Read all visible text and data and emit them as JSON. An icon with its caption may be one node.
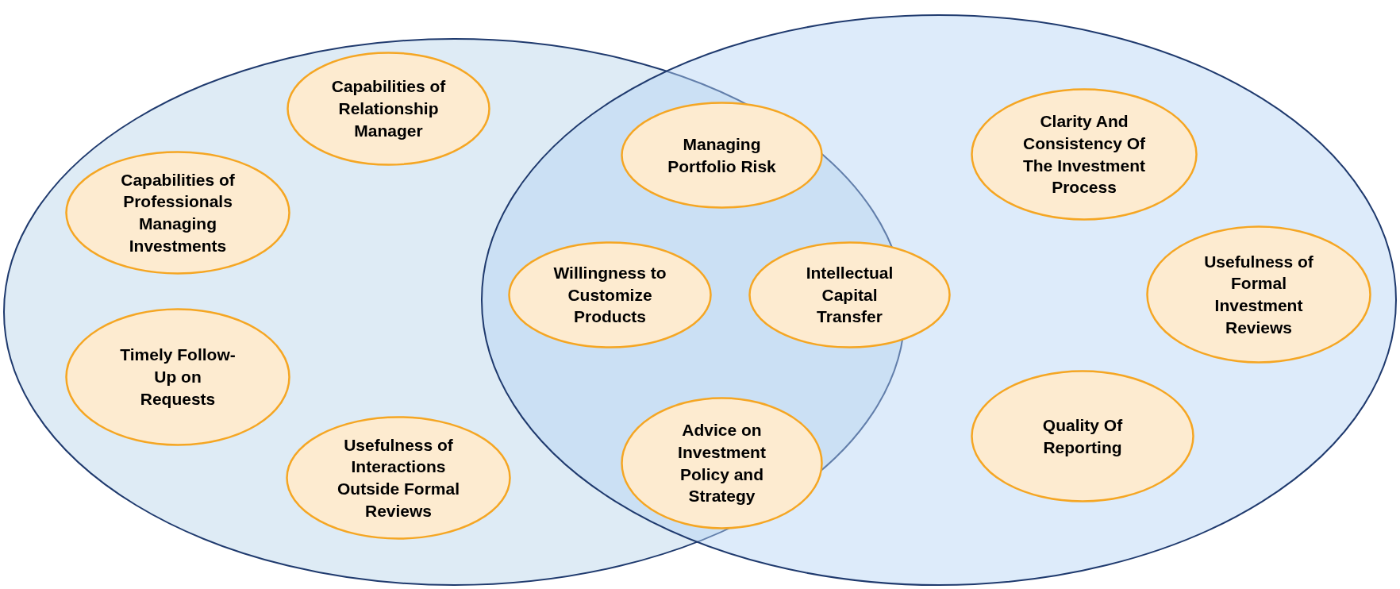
{
  "diagram": {
    "nodes": [
      {
        "text": [],
        "shape": "ellipse"
      },
      {
        "text": [],
        "shape": "ellipse"
      },
      {
        "text": [
          "Capabilities of Relationship Manager"
        ],
        "in": 0
      },
      {
        "text": [
          "Capabilities of Professionals Managing Investments"
        ],
        "in": 0
      },
      {
        "text": [
          "Timely Follow-Up on Requests"
        ],
        "in": 0
      },
      {
        "text": [
          "Usefulness of Interactions Outside Formal Reviews"
        ],
        "in": 0
      },
      {
        "text": [
          "Managing Portfolio Risk"
        ]
      },
      {
        "text": [
          "Willingness to Customize Products"
        ]
      },
      {
        "text": [
          "Intellectual Capital Transfer"
        ],
        "in": 1
      },
      {
        "text": [
          "Advice on Investment Policy and Strategy"
        ]
      },
      {
        "text": [
          "Clarity And Consistency Of The Investment Process"
        ],
        "in": 1
      },
      {
        "text": [
          "Usefulness of Formal Investment Reviews"
        ],
        "in": 1
      },
      {
        "text": [
          "Quality Of Reporting"
        ],
        "in": 1
      }
    ]
  }
}
